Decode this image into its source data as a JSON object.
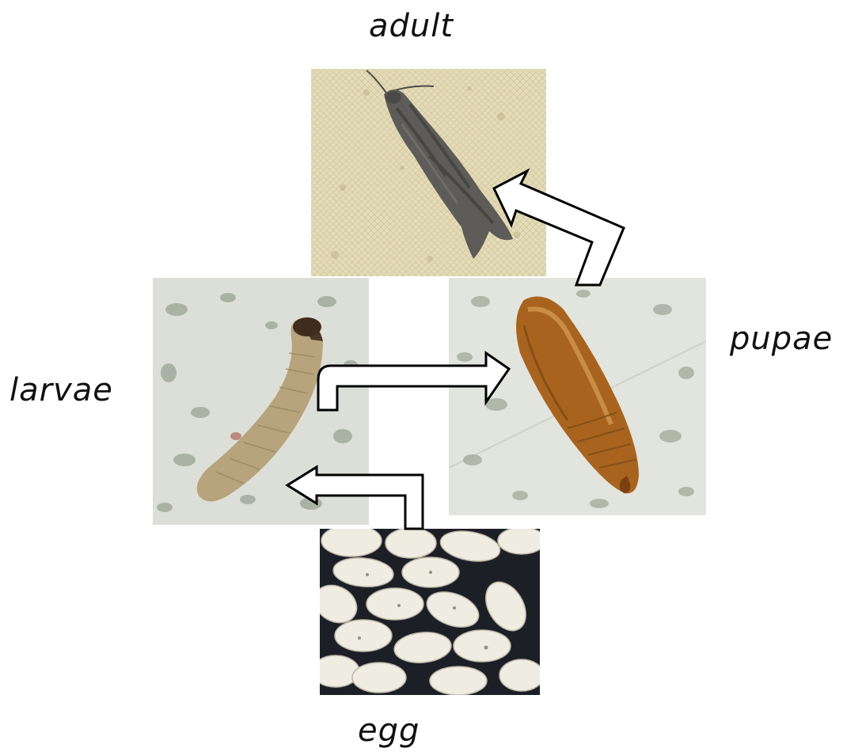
{
  "labels": {
    "adult": "adult",
    "pupae": "pupae",
    "larvae": "larvae",
    "egg": "egg"
  },
  "colors": {
    "background": "#ffffff",
    "arrow_fill": "#ffffff",
    "arrow_stroke": "#000000"
  }
}
